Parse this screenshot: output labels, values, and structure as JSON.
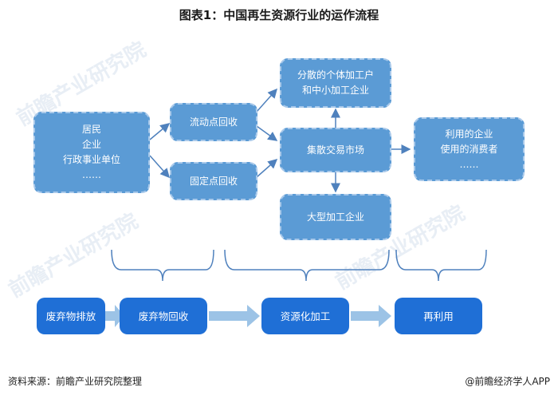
{
  "title": "图表1：中国再生资源行业的运作流程",
  "top_boxes": {
    "sources": [
      "居民",
      "企业",
      "行政事业单位",
      "……"
    ],
    "mobile_collect": "流动点回收",
    "fixed_collect": "固定点回收",
    "small_processors": [
      "分散的个体加工户",
      "和中小加工企业"
    ],
    "market": "集散交易市场",
    "large_processor": "大型加工企业",
    "users": [
      "利用的企业",
      "使用的消费者",
      "……"
    ]
  },
  "stages": {
    "discharge": "废弃物排放",
    "recycle": "废弃物回收",
    "process": "资源化加工",
    "reuse": "再利用"
  },
  "footer": {
    "source": "资料来源：前瞻产业研究院整理",
    "brand": "@前瞻经济学人APP"
  },
  "watermark": "前瞻产业研究院",
  "colors": {
    "light_box": "#5b9bd5",
    "dark_box": "#1f6fd6",
    "arrow": "#4f81bd",
    "flow_arrow": "#9cc3e6",
    "bracket": "#4f81bd"
  }
}
